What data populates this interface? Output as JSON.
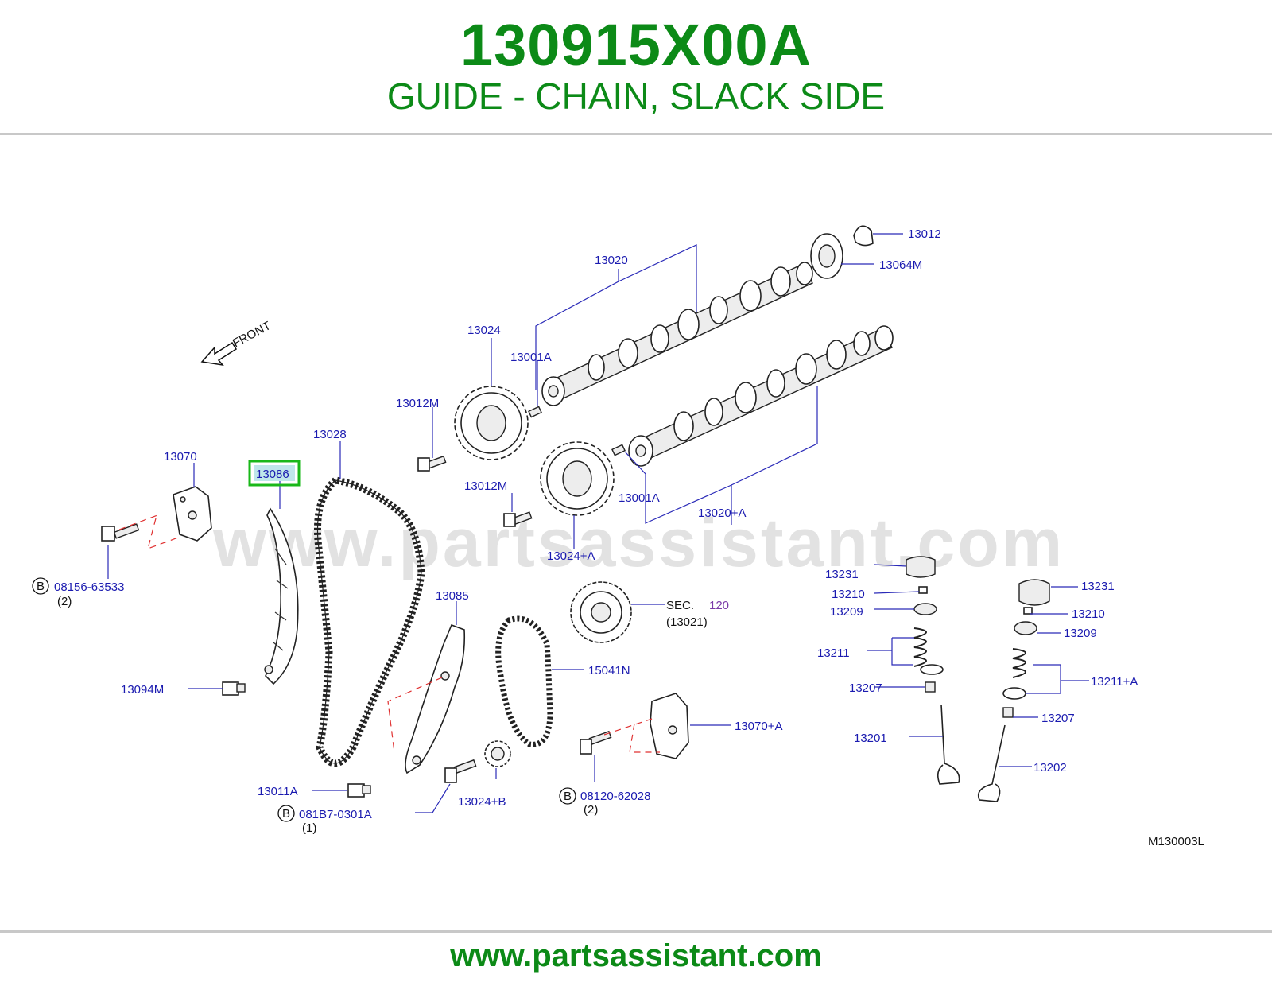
{
  "header": {
    "part_number": "130915X00A",
    "description": "GUIDE - CHAIN, SLACK SIDE"
  },
  "footer": {
    "url": "www.partsassistant.com"
  },
  "diagram": {
    "watermark": "www.partsassistant.com",
    "front_label": "FRONT",
    "figure_code": "M130003L",
    "highlight_color": "#19b819",
    "highlighted_label": "13086",
    "labels": {
      "p13012": "13012",
      "p13064M": "13064M",
      "p13020": "13020",
      "p13024": "13024",
      "p13001A_top": "13001A",
      "p13012M_1": "13012M",
      "p13028": "13028",
      "p13070": "13070",
      "p13086": "13086",
      "p13012M_2": "13012M",
      "p13001A_bot": "13001A",
      "p13020A": "13020+A",
      "p13024A": "13024+A",
      "p08156": "08156-63533",
      "q08156": "(2)",
      "p13085": "13085",
      "sec_text": "SEC.",
      "sec_num": "120",
      "sec_ref": "(13021)",
      "p13094M": "13094M",
      "p15041N": "15041N",
      "p13070A": "13070+A",
      "p13011A": "13011A",
      "p081B7": "081B7-0301A",
      "q081B7": "(1)",
      "p13024B": "13024+B",
      "p08120": "08120-62028",
      "q08120": "(2)",
      "p13231_l": "13231",
      "p13210_l": "13210",
      "p13209_l": "13209",
      "p13211": "13211",
      "p13207_l": "13207",
      "p13201": "13201",
      "p13231_r": "13231",
      "p13210_r": "13210",
      "p13209_r": "13209",
      "p13211A": "13211+A",
      "p13207_r": "13207",
      "p13202": "13202",
      "bolt_marker": "B"
    }
  }
}
